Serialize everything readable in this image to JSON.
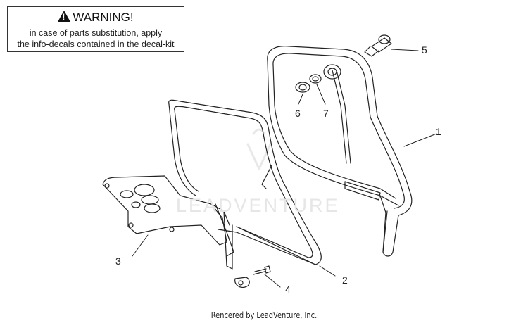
{
  "warning": {
    "title": "WARNING!",
    "line1": "in case of parts substitution, apply",
    "line2": "the info-decals contained in the decal-kit"
  },
  "watermark": "LEADVENTURE",
  "credit": "Rencered by LeadVenture, Inc.",
  "callouts": {
    "part1": "1",
    "part2": "2",
    "part3": "3",
    "part4": "4",
    "part5": "5",
    "part6": "6",
    "part7": "7"
  },
  "colors": {
    "line": "#222222",
    "watermark": "#e6e6e6"
  }
}
